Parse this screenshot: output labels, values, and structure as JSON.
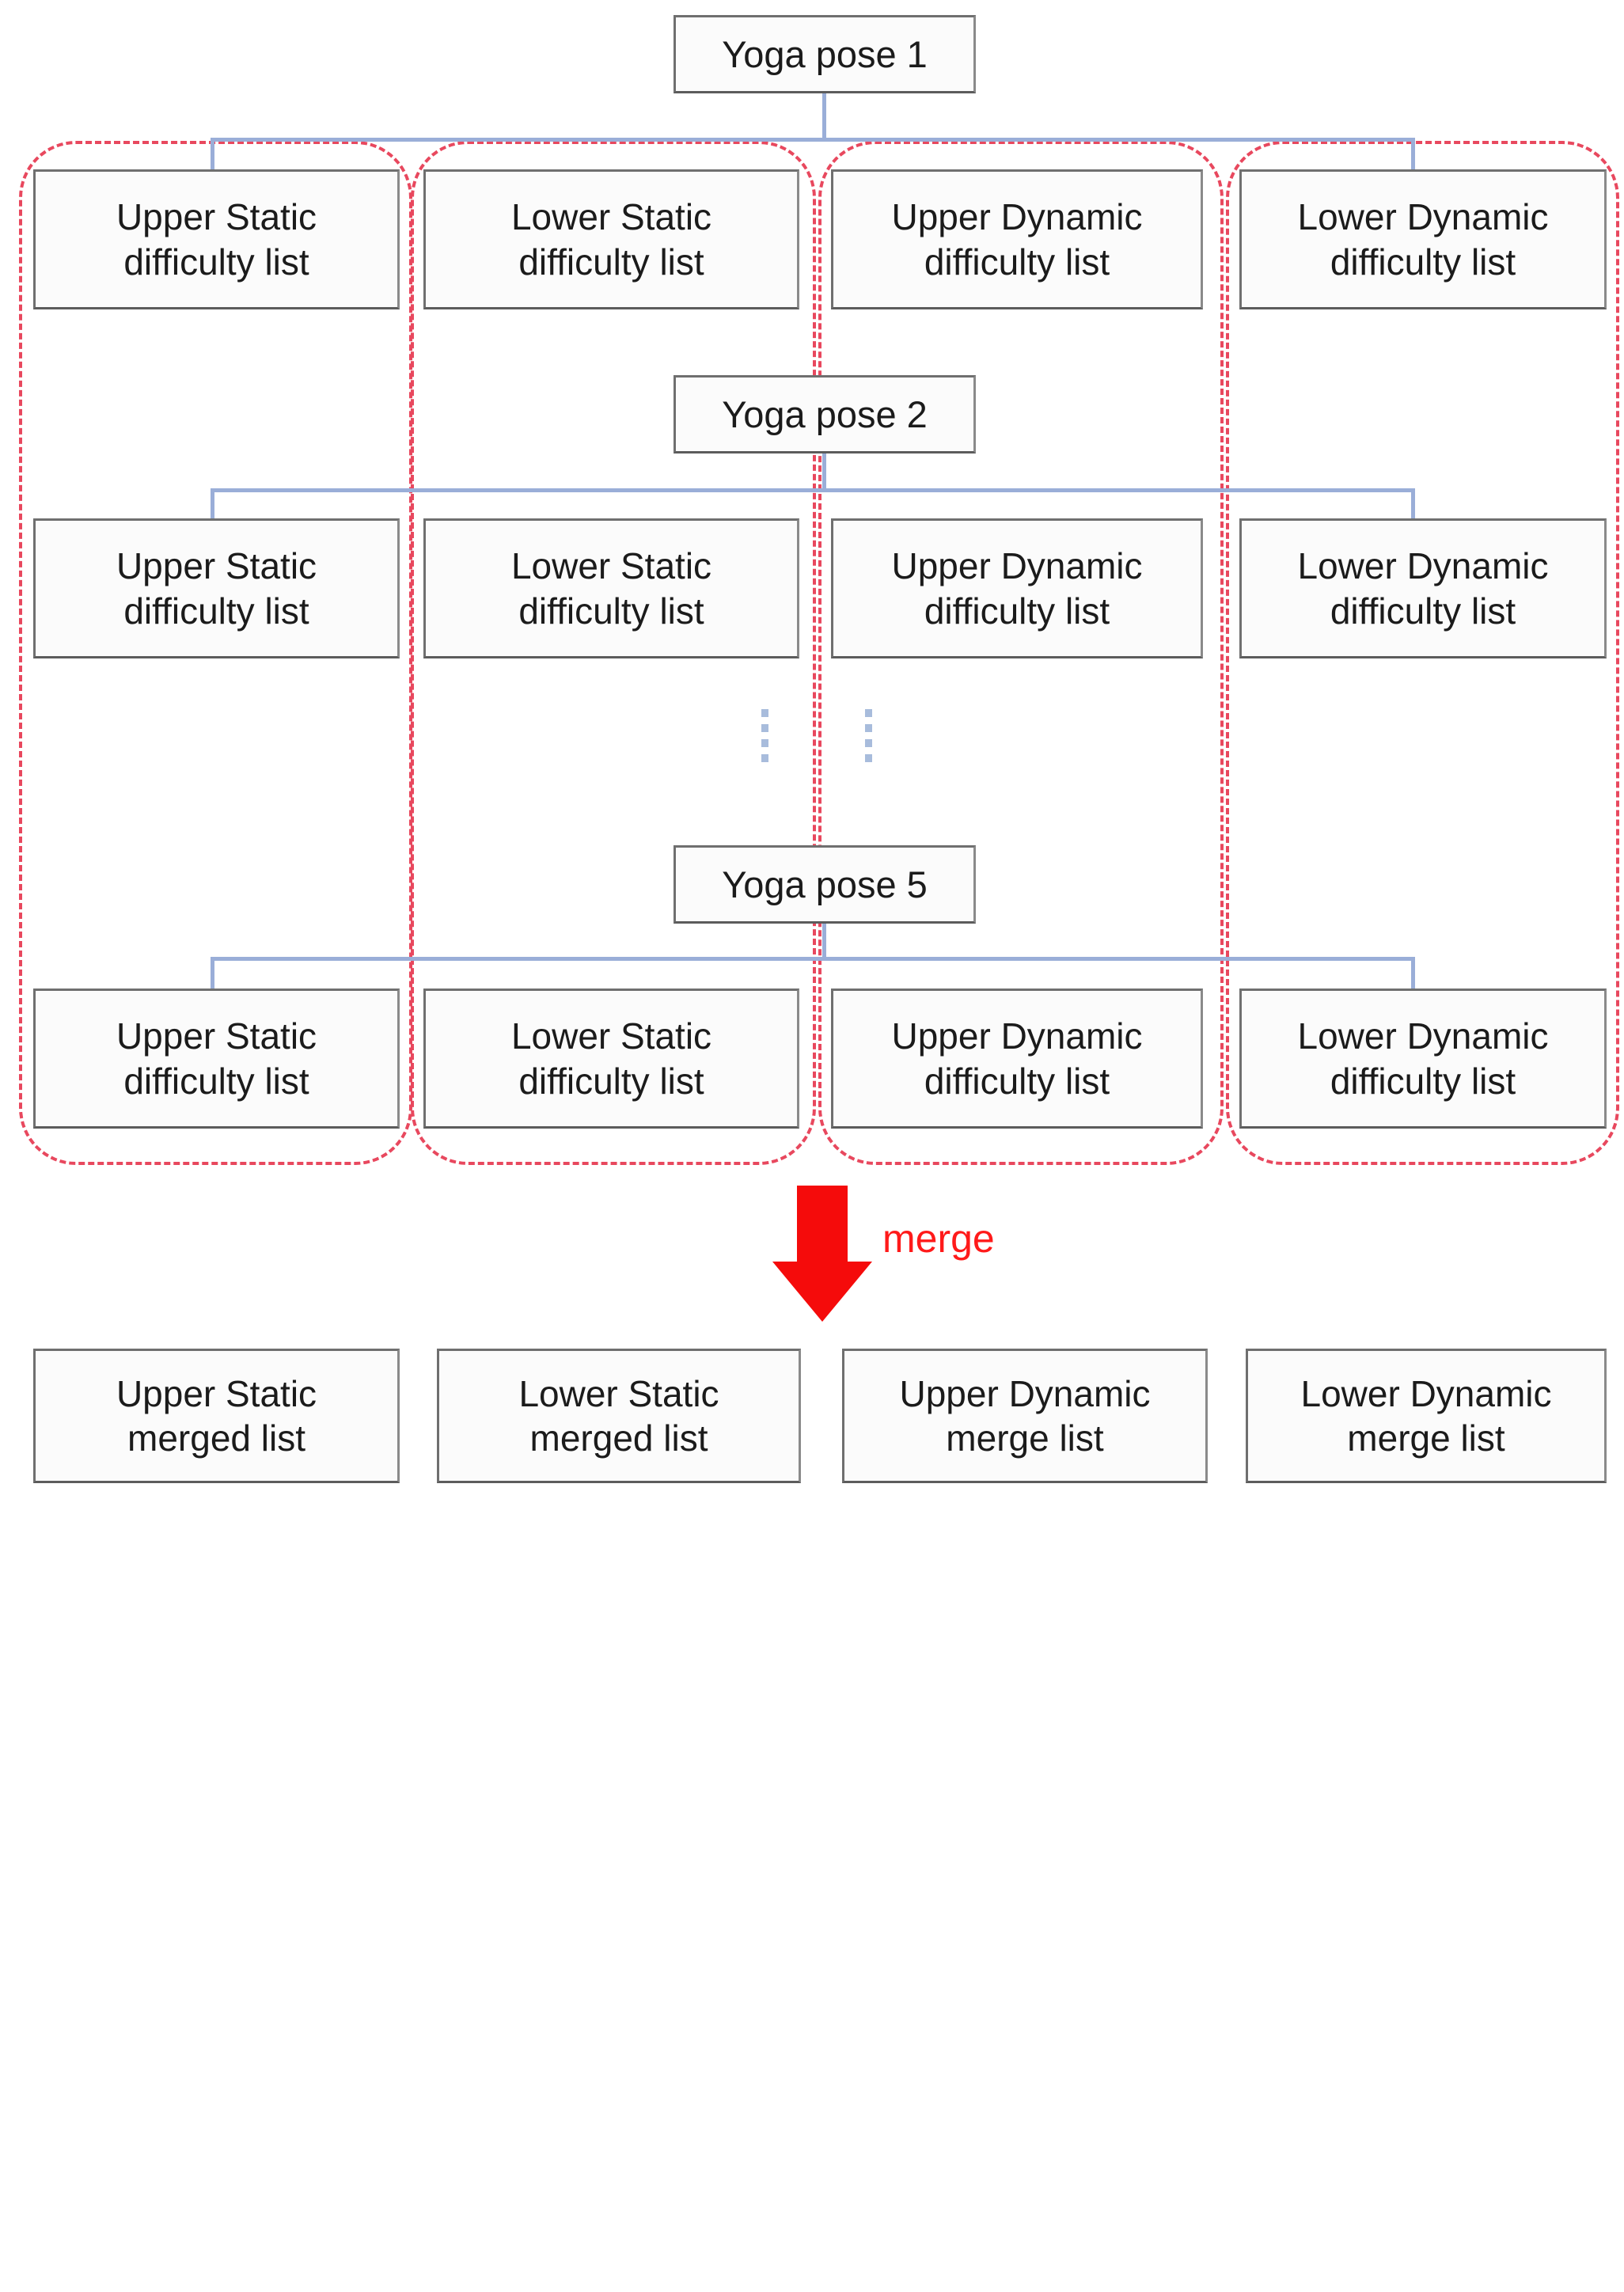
{
  "diagram": {
    "title_top": "Yoga pose 1",
    "pose_labels": [
      "Yoga pose 1",
      "Yoga pose 2",
      "Yoga pose 5"
    ],
    "column_headers": [
      "Upper Static",
      "Lower Static",
      "Upper Dynamic",
      "Lower Dynamic"
    ],
    "merge_label": "merge",
    "colors": {
      "box_border": "#6f6f6f",
      "box_fill": "#fbfbfb",
      "group_dashed": "#e8485e",
      "connector": "#9aaed8",
      "arrow": "#f50b0b",
      "merge_text": "#ff1a1a",
      "ellipsis_dots": "#a8bcdc"
    },
    "poses": [
      {
        "pose_label": "Yoga pose 1",
        "leaves": [
          {
            "line1": "Upper Static",
            "line2": "difficulty list"
          },
          {
            "line1": "Lower Static",
            "line2": "difficulty list"
          },
          {
            "line1": "Upper Dynamic",
            "line2": "difficulty list"
          },
          {
            "line1": "Lower Dynamic",
            "line2": "difficulty list"
          }
        ]
      },
      {
        "pose_label": "Yoga pose 2",
        "leaves": [
          {
            "line1": "Upper Static",
            "line2": "difficulty list"
          },
          {
            "line1": "Lower Static",
            "line2": "difficulty list"
          },
          {
            "line1": "Upper Dynamic",
            "line2": "difficulty list"
          },
          {
            "line1": "Lower Dynamic",
            "line2": "difficulty list"
          }
        ]
      },
      {
        "pose_label": "Yoga pose 5",
        "leaves": [
          {
            "line1": "Upper Static",
            "line2": "difficulty list"
          },
          {
            "line1": "Lower Static",
            "line2": "difficulty list"
          },
          {
            "line1": "Upper Dynamic",
            "line2": "difficulty list"
          },
          {
            "line1": "Lower Dynamic",
            "line2": "difficulty list"
          }
        ]
      }
    ],
    "merged_outputs": [
      {
        "line1": "Upper Static",
        "line2": "merged list"
      },
      {
        "line1": "Lower Static",
        "line2": "merged list"
      },
      {
        "line1": "Upper Dynamic",
        "line2": "merge list"
      },
      {
        "line1": "Lower Dynamic",
        "line2": "merge list"
      }
    ]
  }
}
